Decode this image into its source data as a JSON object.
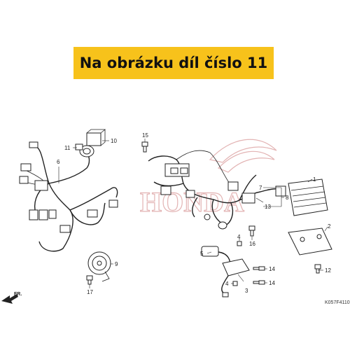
{
  "banner": {
    "text": "Na obrázku díl číslo 11"
  },
  "callouts": {
    "c1": "1",
    "c2": "2",
    "c3": "3",
    "c4": "4",
    "c5": "5",
    "c6": "6",
    "c7": "7",
    "c8": "8",
    "c9": "9",
    "c10": "10",
    "c11": "11",
    "c12": "12",
    "c13": "13",
    "c14a": "14",
    "c14b": "14",
    "c15": "15",
    "c16": "16",
    "c17": "17"
  },
  "direction_label": "FR.",
  "diagram_code": "K057F4110",
  "logo_text": "HONDA"
}
